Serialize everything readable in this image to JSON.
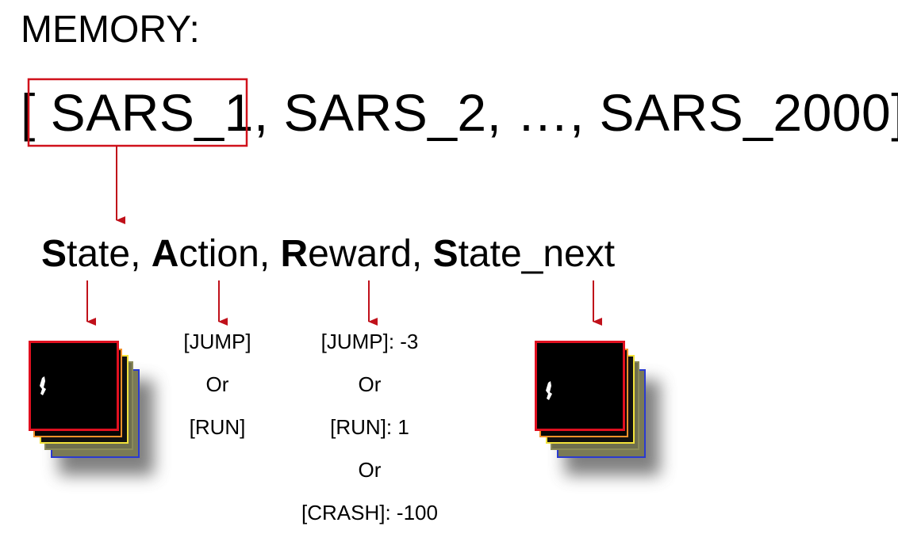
{
  "title": "MEMORY:",
  "memory_list": {
    "open": "[",
    "first": " SARS_1",
    "rest": ", SARS_2, …, SARS_2000]"
  },
  "sars": {
    "s1": "S",
    "s1_rest": "tate, ",
    "a": "A",
    "a_rest": "ction, ",
    "r": "R",
    "r_rest": "eward, ",
    "s2": "S",
    "s2_rest": "tate_next"
  },
  "actions": [
    "[JUMP]",
    "Or",
    "[RUN]"
  ],
  "rewards": [
    "[JUMP]: -3",
    "Or",
    "[RUN]: 1",
    "Or",
    "[CRASH]: -100"
  ],
  "colors": {
    "highlight": "#d0111b",
    "arrow": "#c0101a",
    "frame_red": "#e01020",
    "frame_orange": "#f0902a",
    "frame_yellow": "#f2e23a",
    "frame_olive": "#8a8a5a",
    "frame_blue": "#2a3ad0"
  }
}
